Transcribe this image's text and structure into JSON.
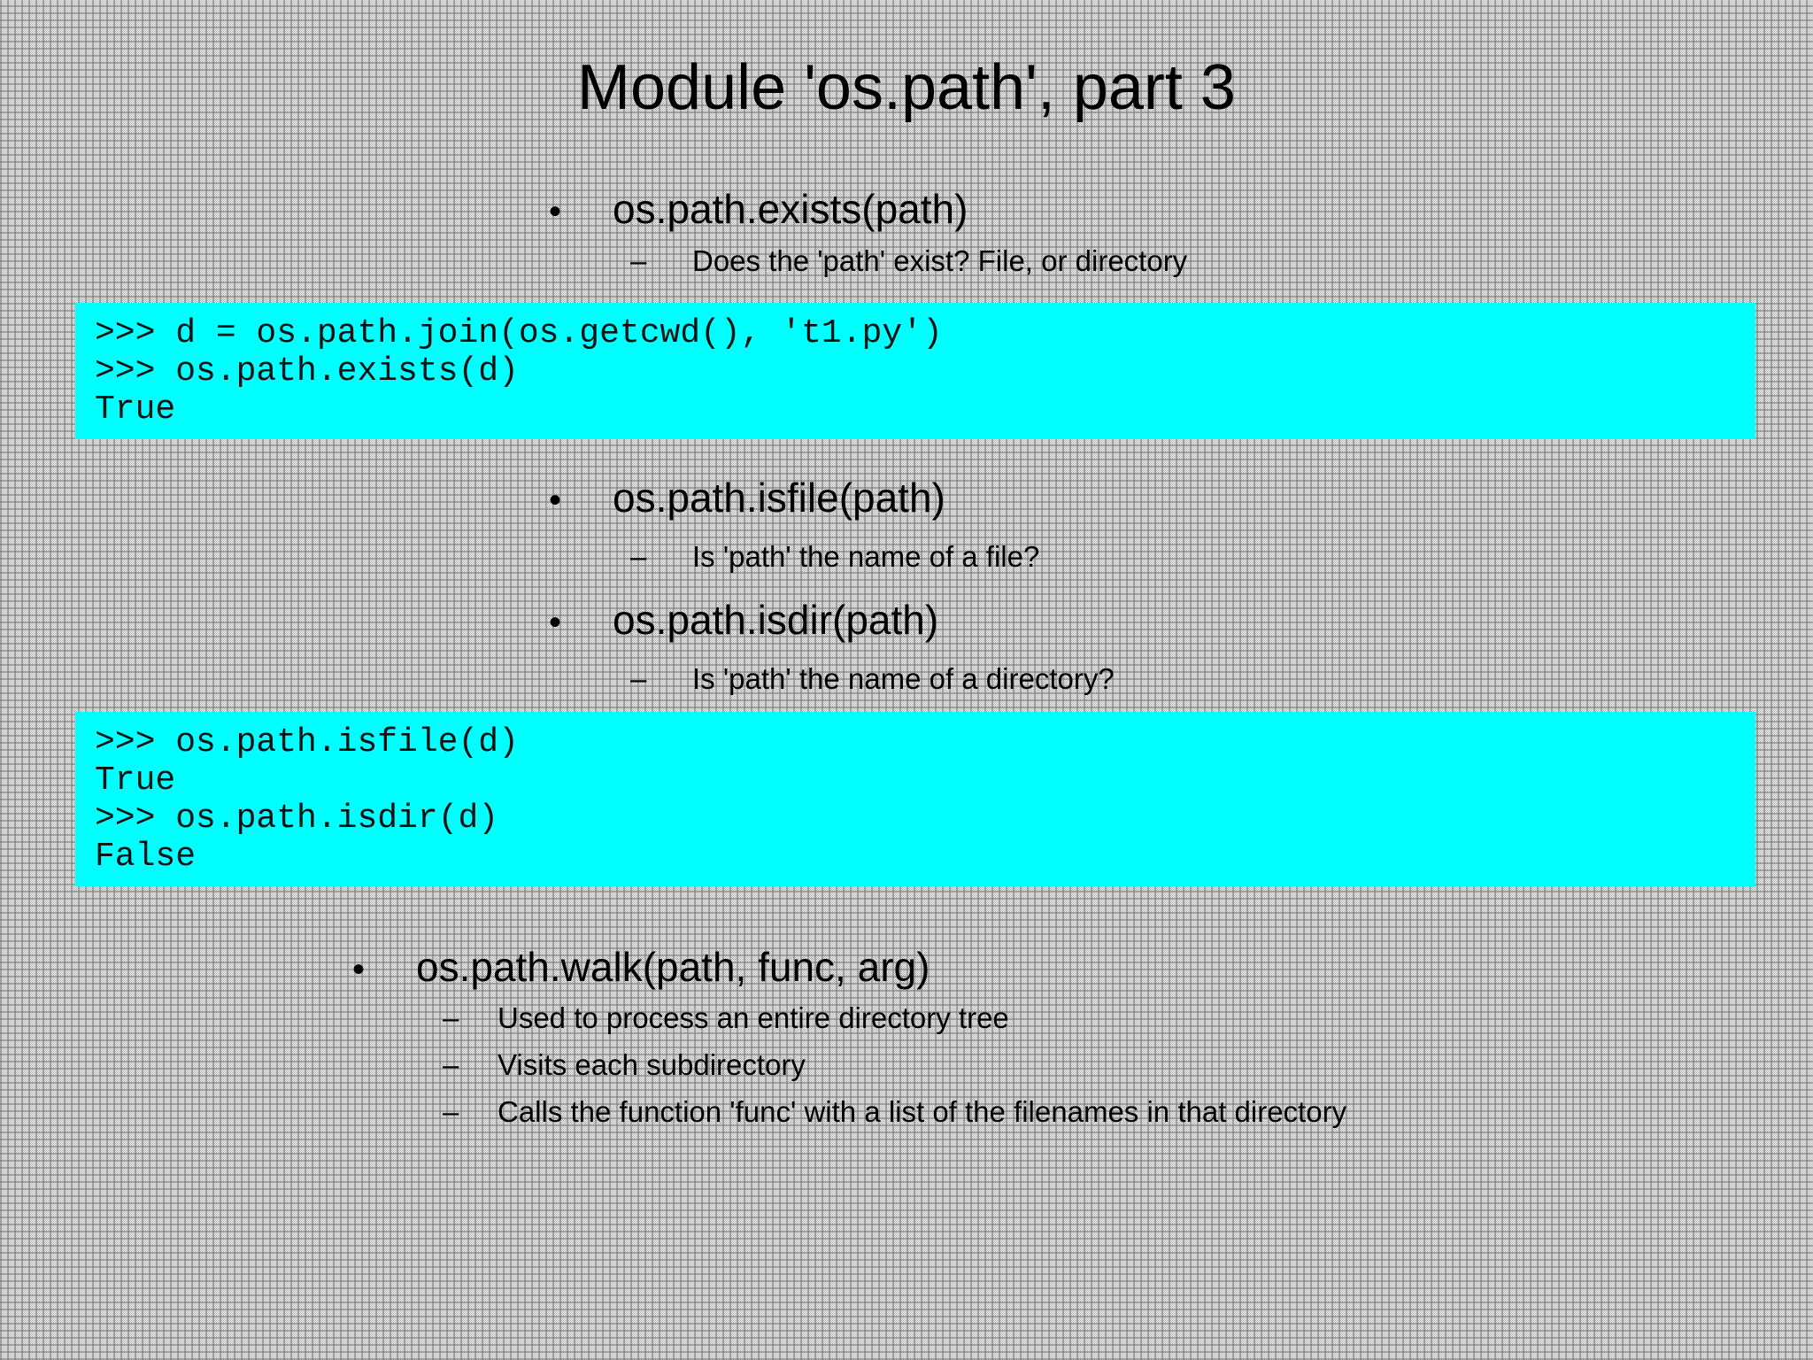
{
  "slide": {
    "title": "Module 'os.path', part 3",
    "markers": {
      "bullet": "•",
      "dash": "–"
    },
    "colors": {
      "code_background": "#00ffff",
      "text": "#000000",
      "background_gray": "#bdbdbd"
    },
    "sections": {
      "exists": {
        "bullet": "os.path.exists(path)",
        "sub": "Does the 'path' exist? File, or directory",
        "code_lines": [
          ">>> d = os.path.join(os.getcwd(), 't1.py')",
          ">>> os.path.exists(d)",
          "True"
        ]
      },
      "isfile": {
        "bullet": "os.path.isfile(path)",
        "sub": "Is 'path' the name of a file?"
      },
      "isdir": {
        "bullet": "os.path.isdir(path)",
        "sub": "Is 'path' the name of a directory?"
      },
      "check_code_lines": [
        ">>> os.path.isfile(d)",
        "True",
        ">>> os.path.isdir(d)",
        "False"
      ],
      "walk": {
        "bullet": "os.path.walk(path, func, arg)",
        "subs": [
          "Used to process an entire directory tree",
          "Visits each subdirectory",
          "Calls the function 'func' with a list of the filenames in that directory"
        ]
      }
    }
  }
}
